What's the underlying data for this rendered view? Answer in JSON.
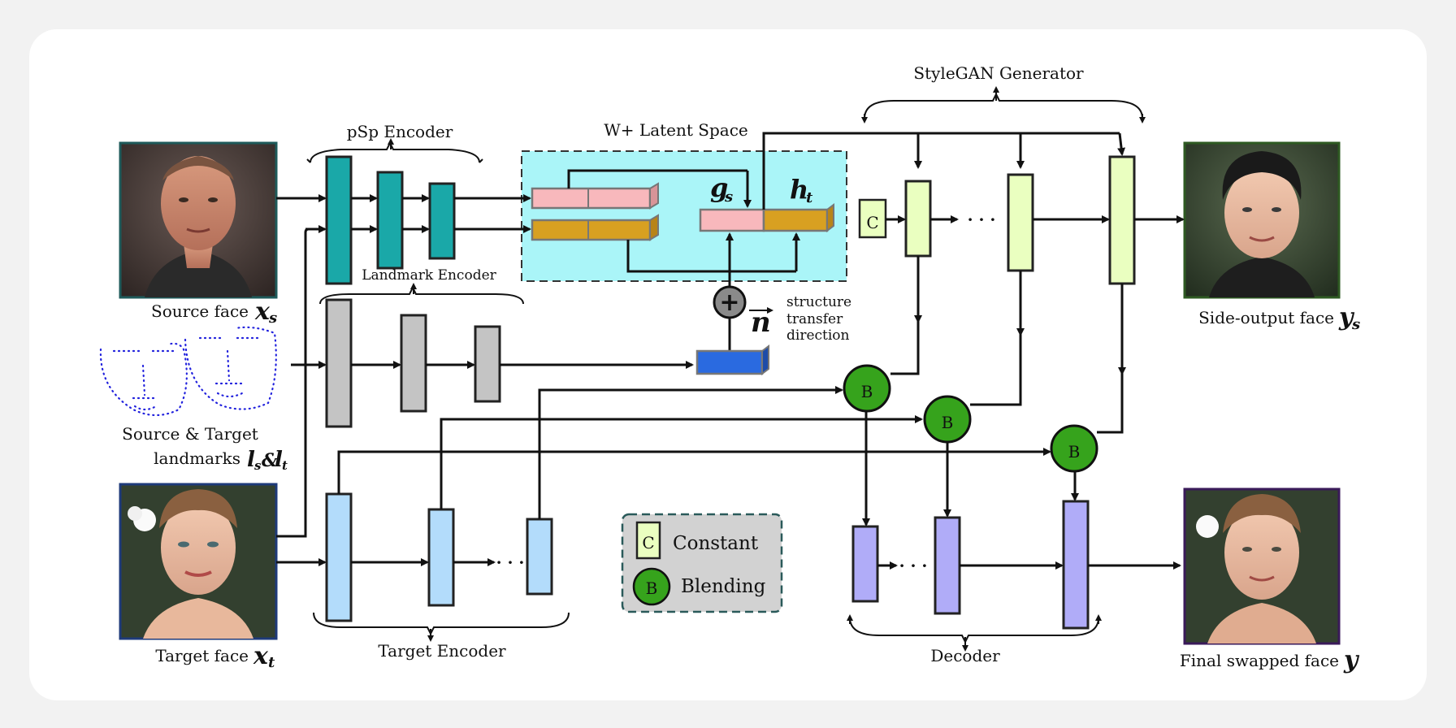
{
  "title": "",
  "labels": {
    "psp_encoder": "pSp Encoder",
    "w_latent_space": "W+ Latent Space",
    "stylegan_generator": "StyleGAN Generator",
    "landmark_encoder": "Landmark Encoder",
    "target_encoder": "Target Encoder",
    "decoder": "Decoder",
    "source_face": "Source face",
    "source_face_sym": "x",
    "source_face_sub": "s",
    "target_face": "Target face",
    "target_face_sym": "x",
    "target_face_sub": "t",
    "side_output_face": "Side-output face",
    "side_output_sym": "y",
    "side_output_sub": "s",
    "final_swapped_face": "Final swapped face",
    "final_swapped_sym": "y",
    "landmarks_line1": "Source & Target",
    "landmarks_line2": "landmarks",
    "landmarks_sym_l": "l",
    "landmarks_sub_s": "s",
    "landmarks_amp": "&",
    "landmarks_sub_t": "t",
    "gs_sym": "g",
    "gs_sub": "s",
    "ht_sym": "h",
    "ht_sub": "t",
    "n_sym": "n",
    "structure_line1": "structure",
    "structure_line2": "transfer",
    "structure_line3": "direction",
    "ellipsis": "· · ·",
    "constant_glyph": "C",
    "blend_glyph": "B",
    "plus_glyph": "+"
  },
  "legend": {
    "constant_label": "Constant",
    "blending_label": "Blending"
  },
  "colors": {
    "psp_encoder_blocks": "#1aa8a8",
    "landmark_encoder_blocks": "#c4c4c4",
    "target_encoder_blocks": "#b3dcfb",
    "stylegan_blocks": "#eaffc0",
    "decoder_blocks": "#b0acf8",
    "latent_space_bg": "#aaf5f8",
    "latent_pink": "#f8b8bc",
    "latent_gold": "#d8a021",
    "direction_vector": "#2a6ae0",
    "blend_node": "#36a31c",
    "legend_bg": "#d2d2d2"
  },
  "icons": {
    "source_face": "portrait-photo",
    "target_face": "portrait-photo",
    "side_output_face": "portrait-photo",
    "final_swapped_face": "portrait-photo",
    "landmarks": "dotted-face-landmarks"
  }
}
